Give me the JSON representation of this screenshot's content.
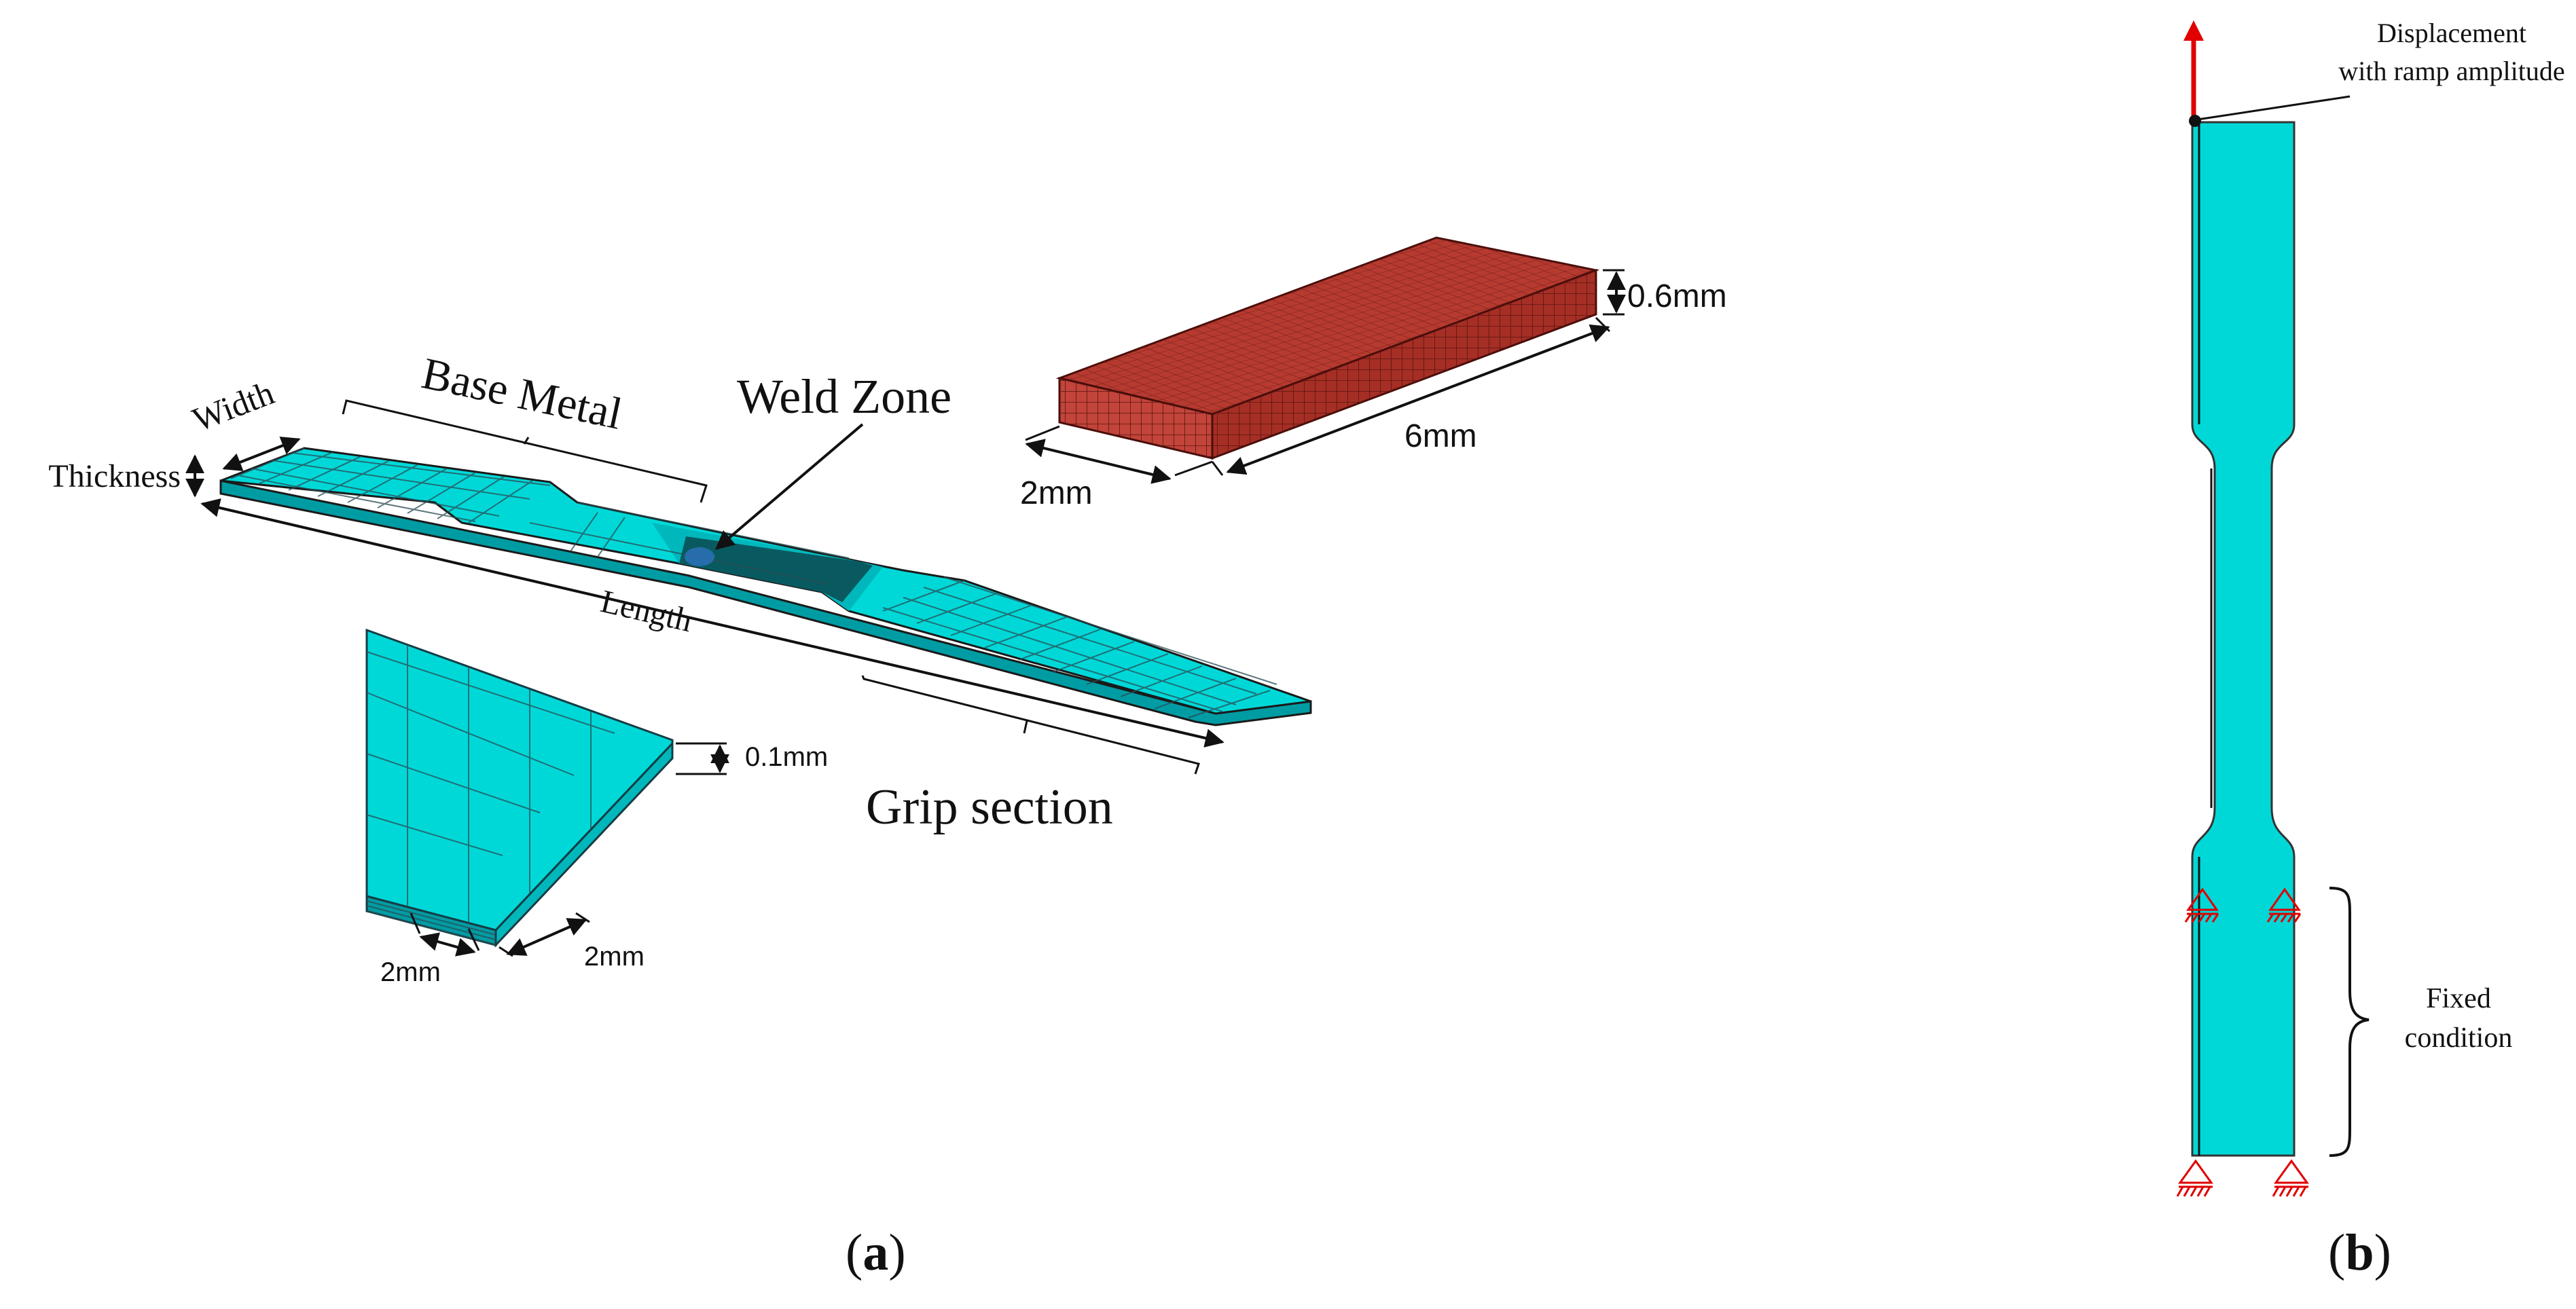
{
  "panel_a": {
    "label_width": "Width",
    "label_thickness": "Thickness",
    "label_base_metal": "Base Metal",
    "label_weld_zone": "Weld Zone",
    "label_length": "Length",
    "label_grip_section": "Grip section",
    "weld_block": {
      "thickness": "0.6mm",
      "length": "6mm",
      "width": "2mm"
    },
    "detail": {
      "thickness": "0.1mm",
      "element_x": "2mm",
      "element_y": "2mm"
    },
    "caption_open": "(",
    "caption_letter": "a",
    "caption_close": ")"
  },
  "panel_b": {
    "label_displacement_line1": "Displacement",
    "label_displacement_line2": "with ramp amplitude",
    "label_fixed_line1": "Fixed",
    "label_fixed_line2": "condition",
    "caption_open": "(",
    "caption_letter": "b",
    "caption_close": ")"
  },
  "colors": {
    "specimen": "#00D8D8",
    "weld_block": "#B03028",
    "boundary_condition": "#E00000"
  }
}
